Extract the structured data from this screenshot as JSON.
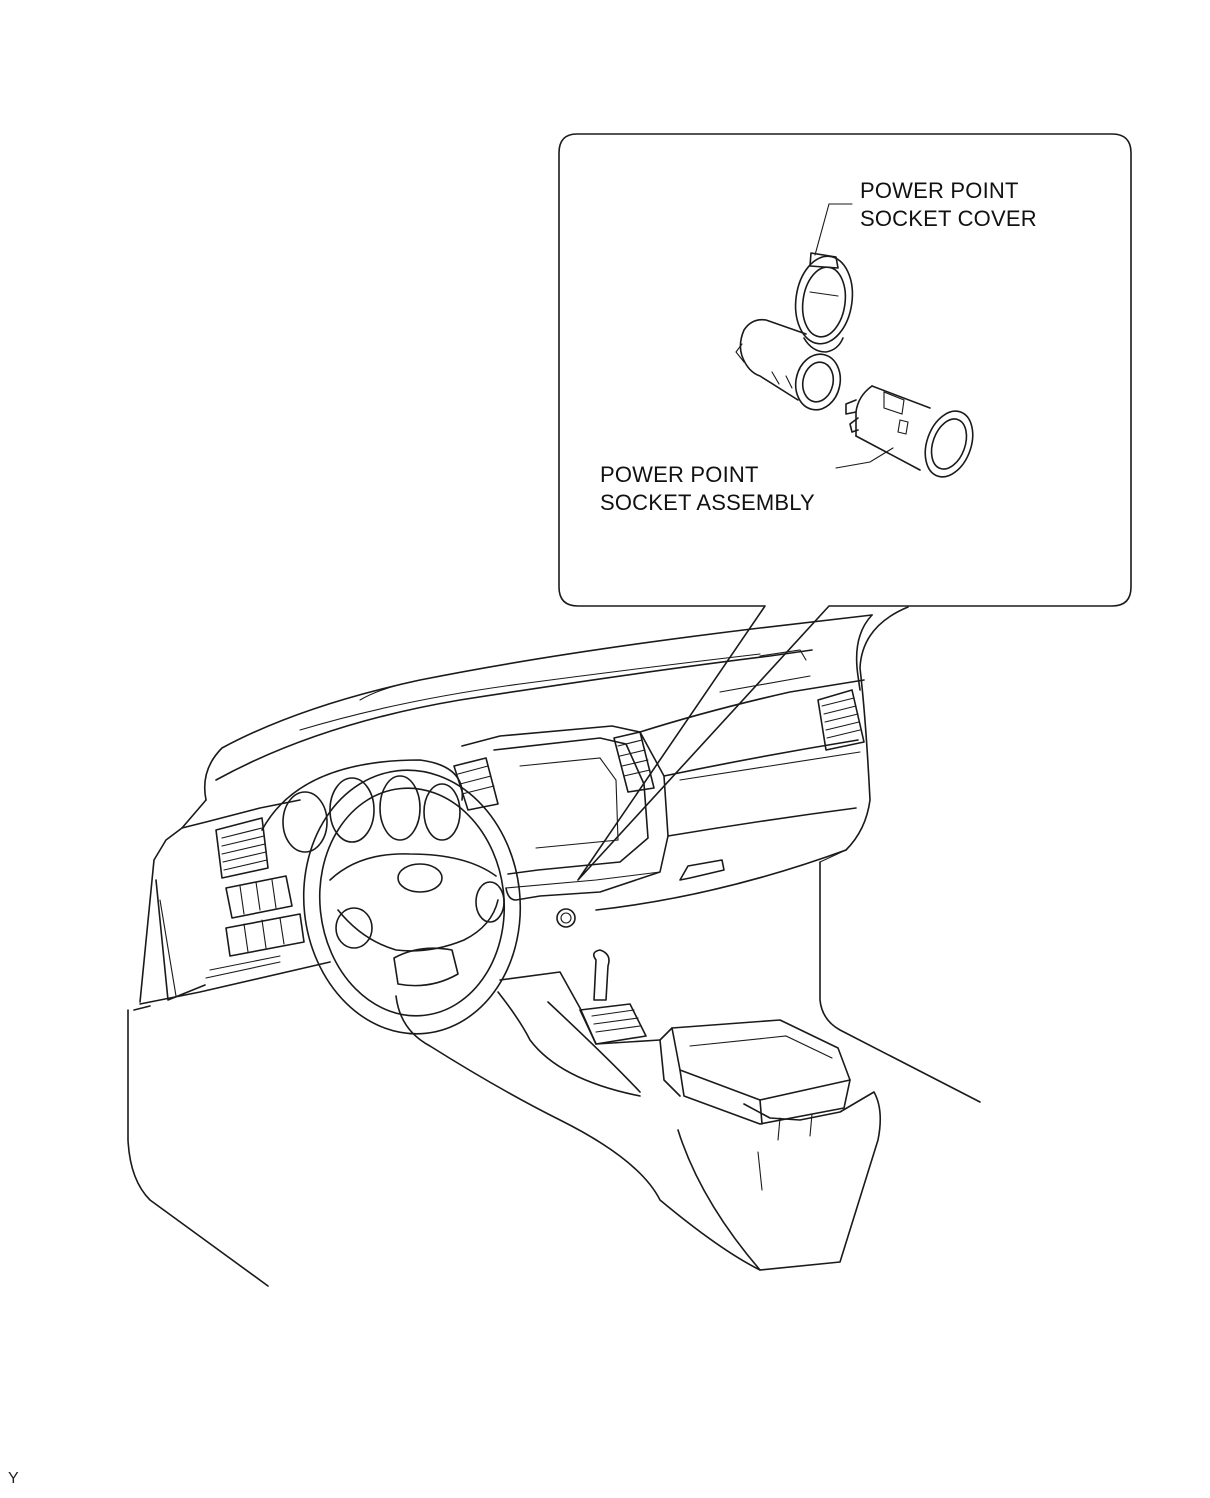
{
  "callouts": {
    "socket_cover": {
      "line1": "POWER POINT",
      "line2": "SOCKET COVER"
    },
    "socket_assembly": {
      "line1": "POWER POINT",
      "line2": "SOCKET ASSEMBLY"
    }
  },
  "figure_code": "Y"
}
